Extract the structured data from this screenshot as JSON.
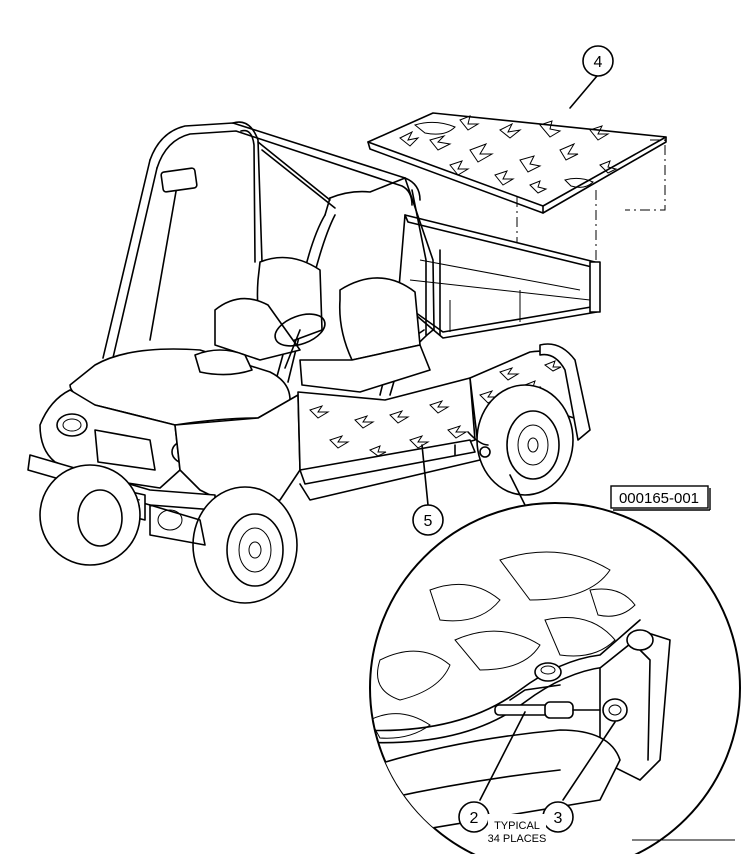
{
  "figure_id": "000165-001",
  "callouts": [
    {
      "id": "callout-4",
      "label": "4"
    },
    {
      "id": "callout-5",
      "label": "5"
    },
    {
      "id": "callout-2",
      "label": "2"
    },
    {
      "id": "callout-3",
      "label": "3"
    }
  ],
  "detail_note": {
    "line1": "TYPICAL",
    "line2": "34 PLACES"
  }
}
